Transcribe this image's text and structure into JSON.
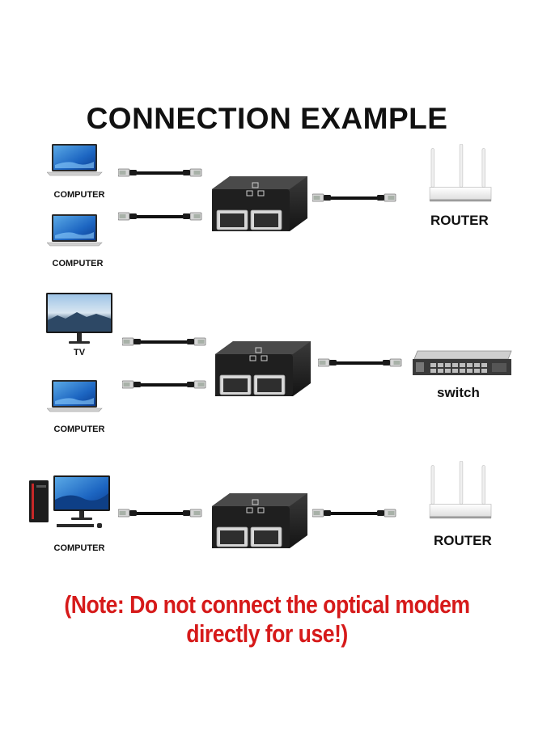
{
  "title": "CONNECTION EXAMPLE",
  "rows": [
    {
      "devices": [
        {
          "label": "COMPUTER",
          "icon": "laptop-icon"
        },
        {
          "label": "COMPUTER",
          "icon": "laptop-icon"
        }
      ],
      "target": {
        "label": "ROUTER",
        "icon": "router-icon"
      }
    },
    {
      "devices": [
        {
          "label": "TV",
          "icon": "tv-icon"
        },
        {
          "label": "COMPUTER",
          "icon": "laptop-icon"
        }
      ],
      "target": {
        "label": "switch",
        "icon": "switch-icon"
      }
    },
    {
      "devices": [
        {
          "label": "COMPUTER",
          "icon": "desktop-pc-icon"
        }
      ],
      "target": {
        "label": "ROUTER",
        "icon": "router-icon"
      }
    }
  ],
  "note": "(Note: Do not connect the optical modem directly for use!)",
  "colors": {
    "note": "#d61a1a",
    "splitter": "#1e1e1e",
    "cable": "#111111"
  }
}
